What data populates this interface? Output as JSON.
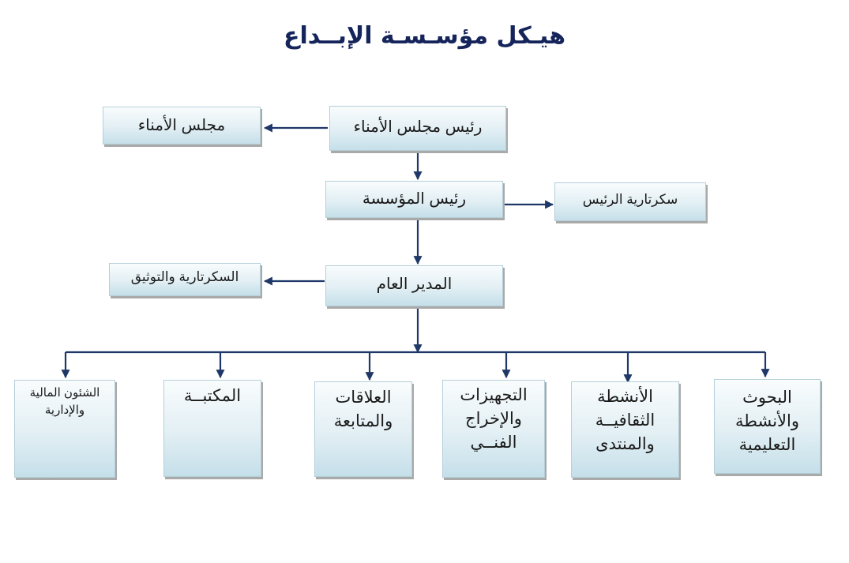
{
  "title": "هيـكل مؤسـسـة الإبــداع",
  "colors": {
    "line": "#1f3868",
    "title": "#15245a"
  },
  "nodes": {
    "board_chair": "رئيس مجلس الأمناء",
    "board": "مجلس الأمناء",
    "president": "رئيس المؤسسة",
    "president_secretariat": "سكرتارية الرئيس",
    "general_manager": "المدير العام",
    "secretariat_documentation": "السكرتارية والتوثيق"
  },
  "departments": [
    [
      "البحوث",
      "والأنشطة",
      "التعليمية"
    ],
    [
      "الأنشطة",
      "الثقافيــة",
      "والمنتدى"
    ],
    [
      "التجهيزات",
      "والإخراج",
      "الفنــي"
    ],
    [
      "العلاقات",
      "والمتابعة"
    ],
    [
      "المكتبــة"
    ],
    [
      "الشئون المالية",
      "والإدارية"
    ]
  ]
}
